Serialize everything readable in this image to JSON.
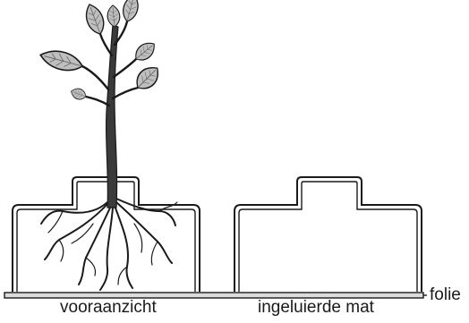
{
  "labels": {
    "front_view": "vooraanzicht",
    "glued_mat": "ingeluierde mat",
    "foil": "folie"
  },
  "colors": {
    "line": "#1a1a1a",
    "foil_fill": "#dcdcdc",
    "leaf_fill": "#bfbfbf",
    "leaf_vein": "#6a6a6a",
    "stem": "#3a3a3a"
  },
  "icons": {
    "plant": "plant-with-leaves-icon",
    "roots": "root-system-icon"
  }
}
